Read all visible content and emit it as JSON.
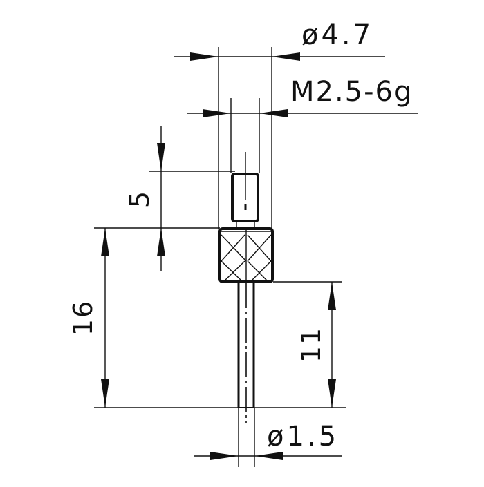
{
  "drawing": {
    "title": "Stylus insert technical drawing",
    "colors": {
      "ink": "#111111",
      "background": "#ffffff"
    },
    "dimensions": {
      "head_diameter": "ø4.7",
      "thread": "M2.5-6g",
      "thread_length": "5",
      "overall_length": "16",
      "shaft_length": "11",
      "shaft_diameter": "ø1.5"
    },
    "parts": [
      "threaded-pin",
      "knurled-body",
      "shaft"
    ]
  }
}
